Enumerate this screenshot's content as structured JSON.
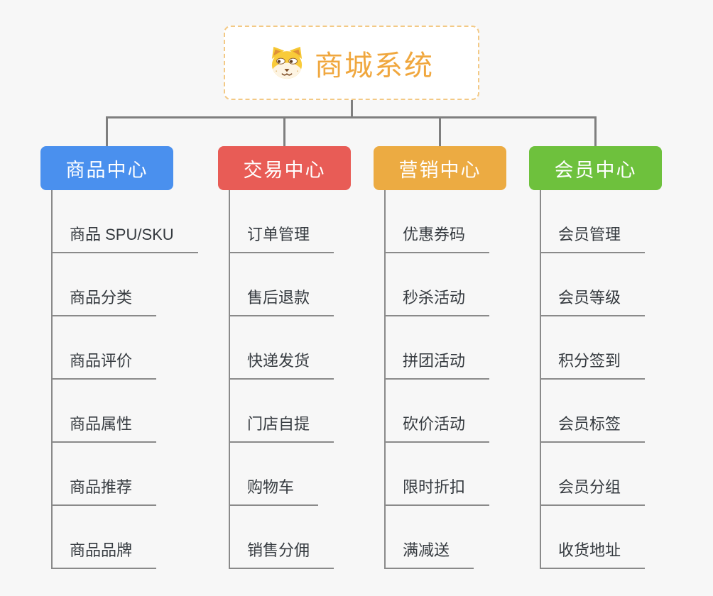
{
  "canvas": {
    "background": "#f7f7f7",
    "connector_color": "#7f7f7f",
    "underline_color": "#8a8a8a",
    "leaf_text_color": "#353a3f"
  },
  "root": {
    "label": "商城系统",
    "icon": "dog-face-icon",
    "text_color": "#f0a73e",
    "border_color": "#f3c985",
    "background": "#ffffff"
  },
  "branches": [
    {
      "name": "product-center",
      "label": "商品中心",
      "color": "#4a90ee",
      "children": [
        "商品 SPU/SKU",
        "商品分类",
        "商品评价",
        "商品属性",
        "商品推荐",
        "商品品牌"
      ]
    },
    {
      "name": "trade-center",
      "label": "交易中心",
      "color": "#e85c56",
      "children": [
        "订单管理",
        "售后退款",
        "快递发货",
        "门店自提",
        "购物车",
        "销售分佣"
      ]
    },
    {
      "name": "marketing-center",
      "label": "营销中心",
      "color": "#ecab42",
      "children": [
        "优惠券码",
        "秒杀活动",
        "拼团活动",
        "砍价活动",
        "限时折扣",
        "满减送"
      ]
    },
    {
      "name": "member-center",
      "label": "会员中心",
      "color": "#6ec13d",
      "children": [
        "会员管理",
        "会员等级",
        "积分签到",
        "会员标签",
        "会员分组",
        "收货地址"
      ]
    }
  ]
}
